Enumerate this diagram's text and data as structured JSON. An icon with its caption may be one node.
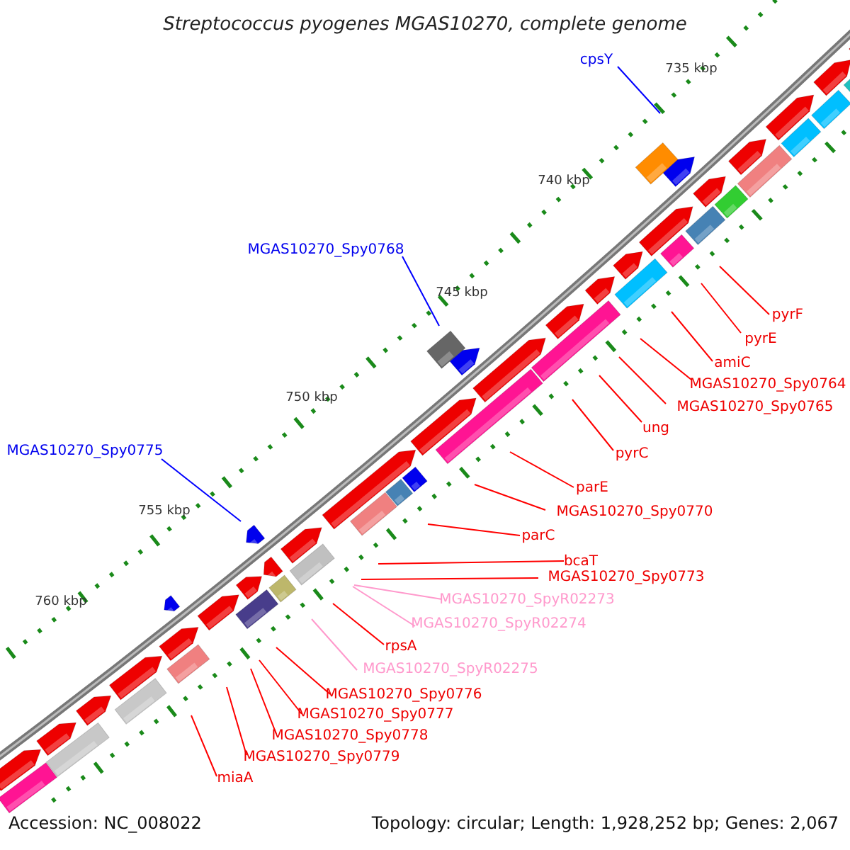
{
  "diagram": {
    "title": "Streptococcus pyogenes MGAS10270, complete genome",
    "nodes": [
      {
        "text": [
          "cpsY"
        ]
      },
      {
        "text": [
          "MGAS10270_Spy0768"
        ]
      },
      {
        "text": [
          "MGAS10270_Spy0775"
        ]
      },
      {
        "text": [
          "pyrF"
        ]
      },
      {
        "text": [
          "pyrE"
        ]
      },
      {
        "text": [
          "amiC"
        ]
      },
      {
        "text": [
          "MGAS10270_Spy0764"
        ]
      },
      {
        "text": [
          "MGAS10270_Spy0765"
        ]
      },
      {
        "text": [
          "ung"
        ]
      },
      {
        "text": [
          "pyrC"
        ]
      },
      {
        "text": [
          "parE"
        ]
      },
      {
        "text": [
          "MGAS10270_Spy0770"
        ]
      },
      {
        "text": [
          "parC"
        ]
      },
      {
        "text": [
          "bcaT"
        ]
      },
      {
        "text": [
          "MGAS10270_Spy0773"
        ]
      },
      {
        "text": [
          "MGAS10270_SpyR02273"
        ]
      },
      {
        "text": [
          "MGAS10270_SpyR02274"
        ]
      },
      {
        "text": [
          "rpsA"
        ]
      },
      {
        "text": [
          "MGAS10270_SpyR02275"
        ]
      },
      {
        "text": [
          "MGAS10270_Spy0776"
        ]
      },
      {
        "text": [
          "MGAS10270_Spy0777"
        ]
      },
      {
        "text": [
          "MGAS10270_Spy0778"
        ]
      },
      {
        "text": [
          "MGAS10270_Spy0779"
        ]
      },
      {
        "text": [
          "miaA"
        ]
      }
    ],
    "edges": [
      {
        "from": 0,
        "to": null,
        "arrow": "none",
        "color": "#0000ff"
      },
      {
        "from": 1,
        "to": null,
        "arrow": "none",
        "color": "#0000ff"
      },
      {
        "from": 2,
        "to": null,
        "arrow": "none",
        "color": "#0000ff"
      },
      {
        "from": 3,
        "to": null,
        "arrow": "none"
      },
      {
        "from": 4,
        "to": null,
        "arrow": "none"
      },
      {
        "from": 5,
        "to": null,
        "arrow": "none"
      },
      {
        "from": 6,
        "to": null,
        "arrow": "none"
      },
      {
        "from": 7,
        "to": null,
        "arrow": "none"
      },
      {
        "from": 8,
        "to": null,
        "arrow": "none"
      },
      {
        "from": 9,
        "to": null,
        "arrow": "none"
      },
      {
        "from": 10,
        "to": null,
        "arrow": "none"
      },
      {
        "from": 11,
        "to": null,
        "arrow": "none"
      },
      {
        "from": 12,
        "to": null,
        "arrow": "none"
      },
      {
        "from": 13,
        "to": null,
        "arrow": "none"
      },
      {
        "from": 14,
        "to": null,
        "arrow": "none"
      },
      {
        "from": 15,
        "to": null,
        "arrow": "none",
        "color": "#ff99cc"
      },
      {
        "from": 16,
        "to": null,
        "arrow": "none",
        "color": "#ff99cc"
      },
      {
        "from": 17,
        "to": null,
        "arrow": "none"
      },
      {
        "from": 18,
        "to": null,
        "arrow": "none",
        "color": "#ff99cc"
      },
      {
        "from": 19,
        "to": null,
        "arrow": "none"
      },
      {
        "from": 20,
        "to": null,
        "arrow": "none"
      },
      {
        "from": 21,
        "to": null,
        "arrow": "none"
      },
      {
        "from": 22,
        "to": null,
        "arrow": "none"
      },
      {
        "from": 23,
        "to": null,
        "arrow": "none"
      }
    ],
    "labels": [
      "735 kbp",
      "740 kbp",
      "745 kbp",
      "750 kbp",
      "755 kbp",
      "760 kbp",
      "Accession: NC_008022",
      "Topology: circular; Length: 1,928,252 bp; Genes: 2,067"
    ]
  }
}
